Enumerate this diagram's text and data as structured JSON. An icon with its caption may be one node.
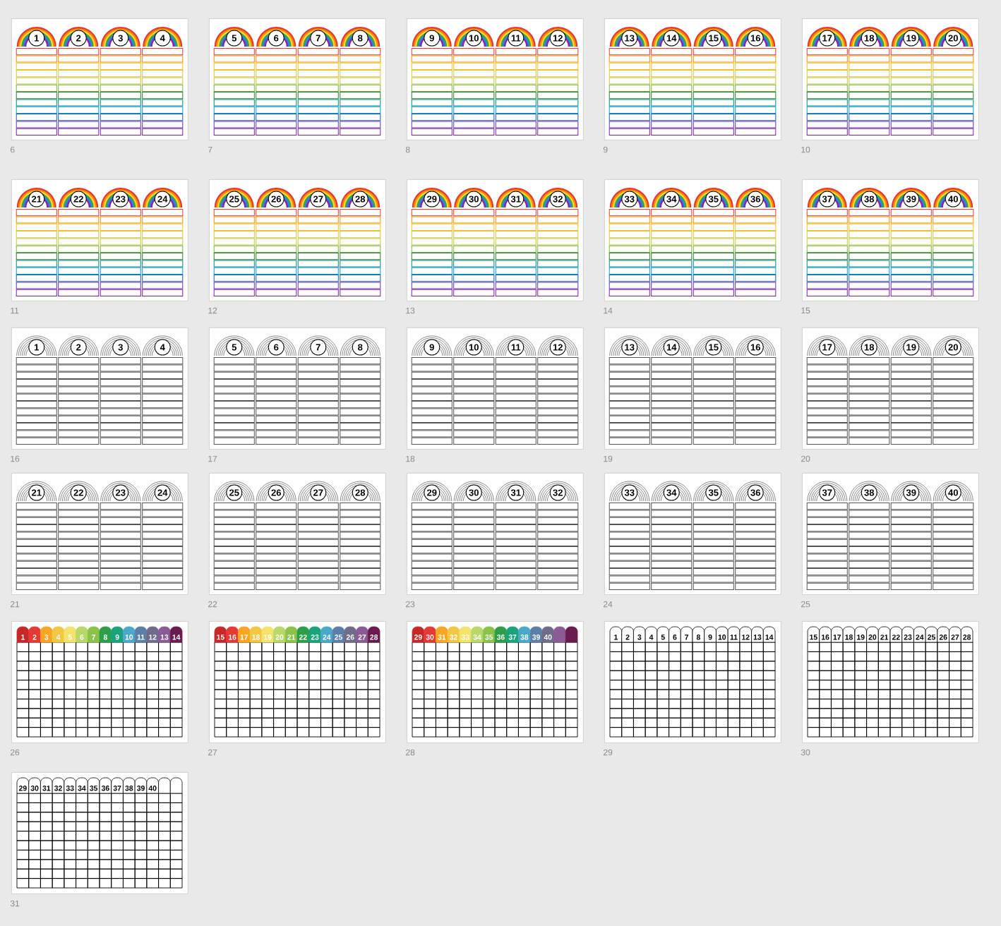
{
  "diagram": {
    "nodes": [
      {
        "text": [
          "1",
          "2",
          "3",
          "4"
        ],
        "beside": [
          "6"
        ]
      },
      {
        "text": [
          "5",
          "6",
          "7",
          "8"
        ],
        "beside": [
          "7"
        ]
      },
      {
        "text": [
          "9",
          "10",
          "11",
          "12"
        ],
        "beside": [
          "8"
        ]
      },
      {
        "text": [
          "13",
          "14",
          "15",
          "16"
        ],
        "beside": [
          "9"
        ]
      },
      {
        "text": [
          "17",
          "18",
          "19",
          "20"
        ],
        "beside": [
          "10"
        ]
      },
      {
        "text": [
          "21",
          "22",
          "23",
          "24"
        ],
        "beside": [
          "11"
        ]
      },
      {
        "text": [
          "25",
          "26",
          "27",
          "28"
        ],
        "beside": [
          "12"
        ]
      },
      {
        "text": [
          "29",
          "30",
          "31",
          "32"
        ],
        "beside": [
          "13"
        ]
      },
      {
        "text": [
          "33",
          "34",
          "35",
          "36"
        ],
        "beside": [
          "14"
        ]
      },
      {
        "text": [
          "37",
          "38",
          "39",
          "40"
        ],
        "beside": [
          "15"
        ]
      },
      {
        "text": [
          "1",
          "2",
          "3",
          "4"
        ],
        "beside": [
          "16"
        ]
      },
      {
        "text": [
          "5",
          "6",
          "7",
          "8"
        ],
        "beside": [
          "17"
        ]
      },
      {
        "text": [
          "9",
          "10",
          "11",
          "12"
        ],
        "beside": [
          "18"
        ]
      },
      {
        "text": [
          "13",
          "14",
          "15",
          "16"
        ],
        "beside": [
          "19"
        ]
      },
      {
        "text": [
          "17",
          "18",
          "19",
          "20"
        ],
        "beside": [
          "20"
        ]
      },
      {
        "text": [
          "21",
          "22",
          "23",
          "24"
        ],
        "beside": [
          "21"
        ]
      },
      {
        "text": [
          "25",
          "26",
          "27",
          "28"
        ],
        "beside": [
          "22"
        ]
      },
      {
        "text": [
          "29",
          "30",
          "31",
          "32"
        ],
        "beside": [
          "23"
        ]
      },
      {
        "text": [
          "33",
          "34",
          "35",
          "36"
        ],
        "beside": [
          "24"
        ]
      },
      {
        "text": [
          "37",
          "38",
          "39",
          "40"
        ],
        "beside": [
          "25"
        ]
      },
      {
        "text": [
          "1",
          "2",
          "3",
          "4",
          "5",
          "6",
          "7",
          "8",
          "9",
          "10",
          "11",
          "12",
          "13",
          "14"
        ],
        "beside": [
          "26"
        ]
      },
      {
        "text": [
          "15",
          "16",
          "17",
          "18",
          "19",
          "20",
          "21",
          "22",
          "23",
          "24",
          "25",
          "26",
          "27",
          "28"
        ],
        "beside": [
          "27"
        ]
      },
      {
        "text": [
          "29",
          "30",
          "31",
          "32",
          "33",
          "34",
          "35",
          "36",
          "37",
          "38",
          "39",
          "40"
        ],
        "beside": [
          "28"
        ]
      },
      {
        "text": [
          "1",
          "2",
          "3",
          "4",
          "5",
          "6",
          "7",
          "8",
          "9",
          "10",
          "11",
          "12",
          "13",
          "14"
        ],
        "beside": [
          "29"
        ]
      },
      {
        "text": [
          "15",
          "16",
          "17",
          "18",
          "19",
          "20",
          "21",
          "22",
          "23",
          "24",
          "25",
          "26",
          "27",
          "28"
        ],
        "beside": [
          "30"
        ]
      },
      {
        "text": [
          "29",
          "30",
          "31",
          "32",
          "33",
          "34",
          "35",
          "36",
          "37",
          "38",
          "39",
          "40"
        ],
        "beside": [
          "31"
        ]
      }
    ]
  }
}
